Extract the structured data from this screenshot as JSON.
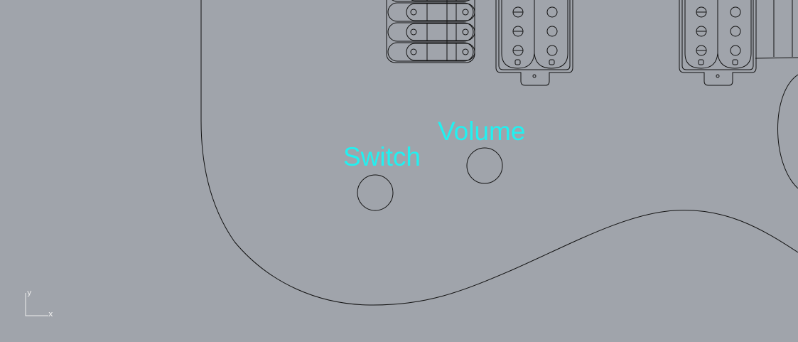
{
  "viewport": {
    "labels": {
      "switch": "Switch",
      "volume": "Volume"
    },
    "axis": {
      "x": "x",
      "y": "y"
    },
    "colors": {
      "background": "#a0a4ab",
      "label": "#22f0f0",
      "geometry": "#111111"
    }
  }
}
